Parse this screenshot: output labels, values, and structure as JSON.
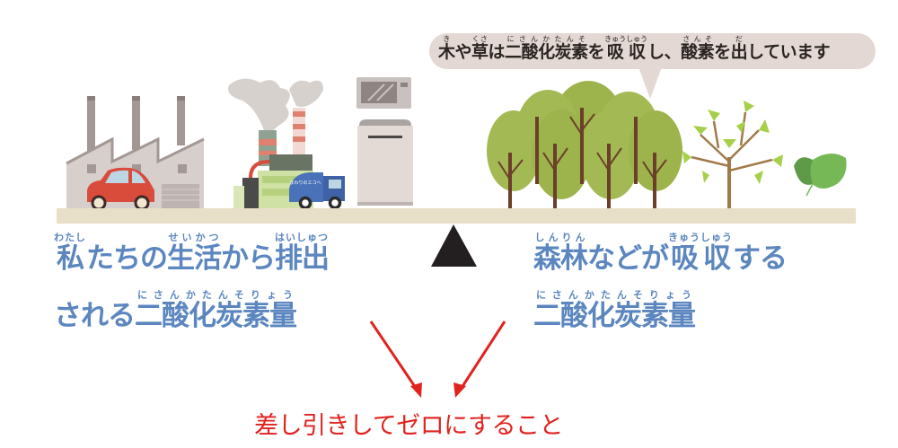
{
  "bubble": {
    "segments": [
      {
        "base": "木",
        "ruby": "き"
      },
      {
        "base": "や",
        "ruby": ""
      },
      {
        "base": "草",
        "ruby": "くさ"
      },
      {
        "base": "は",
        "ruby": ""
      },
      {
        "base": "二酸化炭素",
        "ruby": "にさんかたんそ"
      },
      {
        "base": "を",
        "ruby": ""
      },
      {
        "base": "吸収",
        "ruby": "きゅうしゅう"
      },
      {
        "base": "し、",
        "ruby": ""
      },
      {
        "base": "酸素",
        "ruby": "さんそ"
      },
      {
        "base": "を",
        "ruby": ""
      },
      {
        "base": "出",
        "ruby": "だ"
      },
      {
        "base": "しています",
        "ruby": ""
      }
    ],
    "background": "#e3d8d3"
  },
  "left_caption": {
    "line1": [
      {
        "base": "私",
        "ruby": "わたし"
      },
      {
        "base": "たちの",
        "ruby": ""
      },
      {
        "base": "生活",
        "ruby": "せいかつ"
      },
      {
        "base": "から",
        "ruby": ""
      },
      {
        "base": "排出",
        "ruby": "はいしゅつ"
      }
    ],
    "line2": [
      {
        "base": "される",
        "ruby": ""
      },
      {
        "base": "二酸化炭素量",
        "ruby": "にさんかたんそりょう"
      }
    ]
  },
  "right_caption": {
    "line1": [
      {
        "base": "森林",
        "ruby": "しんりん"
      },
      {
        "base": "などが",
        "ruby": ""
      },
      {
        "base": "吸収",
        "ruby": "きゅうしゅう"
      },
      {
        "base": "する",
        "ruby": ""
      }
    ],
    "line2": [
      {
        "base": "二酸化炭素量",
        "ruby": "にさんかたんそりょう"
      }
    ]
  },
  "result": {
    "text": "差し引きしてゼロにすること"
  },
  "illustration": {
    "left_items": [
      "factory-icon",
      "car-icon",
      "power-plant-icon",
      "garbage-truck-icon",
      "microwave-icon",
      "washing-machine-icon"
    ],
    "right_items": [
      "forest-icon",
      "young-tree-icon",
      "leaves-icon"
    ],
    "truck_label": "まわりのエコへ"
  },
  "colors": {
    "caption_blue": "#5b86bf",
    "result_red": "#e0231f",
    "plank": "#e8dfc8",
    "fulcrum": "#231f20"
  }
}
